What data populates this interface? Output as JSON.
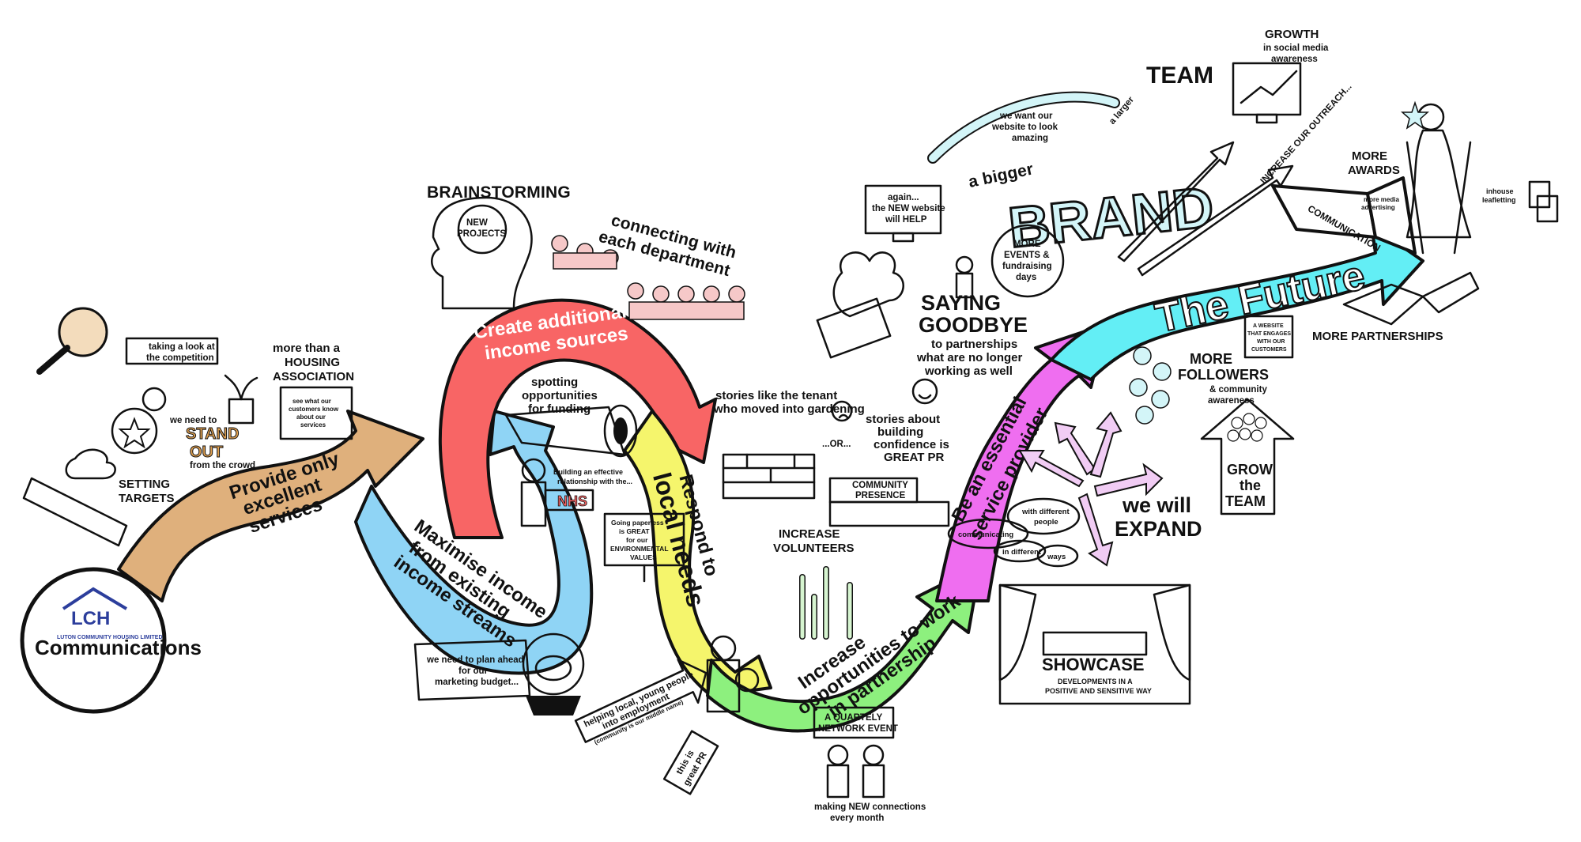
{
  "center": {
    "title": "Communications",
    "org": "LUTON COMMUNITY HOUSING LIMITED",
    "logo_letters": "LCH"
  },
  "path_labels": {
    "provide": [
      "Provide only",
      "excellent",
      "services"
    ],
    "maximise": [
      "Maximise income",
      "from existing",
      "income streams"
    ],
    "create": [
      "Create additional",
      "income sources"
    ],
    "respond": [
      "Respond to",
      "local needs"
    ],
    "increase": [
      "Increase",
      "opportunities to work",
      "in partnership"
    ],
    "essential": [
      "Be an essential",
      "service provider"
    ],
    "future": "The Future",
    "communication_tag": "COMMUNICATION"
  },
  "notes": {
    "setting_targets": [
      "SETTING",
      "TARGETS"
    ],
    "competition": [
      "taking a look at",
      "the competition"
    ],
    "stand_out": [
      "we need to",
      "STAND",
      "OUT",
      "from the crowd"
    ],
    "housing_assoc": [
      "more than a",
      "HOUSING",
      "ASSOCIATION"
    ],
    "customers_know": [
      "see what our",
      "customers know",
      "about our",
      "services"
    ],
    "brainstorming": "BRAINSTORMING",
    "new_projects": [
      "NEW",
      "PROJECTS"
    ],
    "connecting": [
      "connecting with",
      "each department"
    ],
    "spotting": [
      "spotting",
      "opportunities",
      "for funding"
    ],
    "nhs_relationship": [
      "Building an effective",
      "relationship with the..."
    ],
    "nhs": "NHS",
    "paperless": [
      "Going paperless",
      "is GREAT",
      "for our",
      "ENVIRONMENTAL",
      "VALUES"
    ],
    "plan_budget": [
      "we need to plan ahead",
      "for our",
      "marketing budget..."
    ],
    "young_people": [
      "helping local, young people",
      "into employment",
      "(community is our middle name)"
    ],
    "great_pr": [
      "this is",
      "great PR"
    ],
    "gardening": [
      "stories like the tenant",
      "who moved into gardening"
    ],
    "or": "...OR...",
    "building_confidence": [
      "stories about",
      "building",
      "confidence is",
      "GREAT PR"
    ],
    "community_presence": [
      "COMMUNITY",
      "PRESENCE"
    ],
    "increase_volunteers": [
      "INCREASE",
      "VOLUNTEERS"
    ],
    "network_event": [
      "A QUARTELY",
      "NETWORK EVENT"
    ],
    "new_connections": [
      "making NEW connections",
      "every month"
    ],
    "saying_goodbye": [
      "SAYING",
      "GOODBYE",
      "to partnerships",
      "what are no longer",
      "working as well"
    ],
    "new_website": [
      "again...",
      "the NEW website",
      "will HELP"
    ],
    "communicating": "communicating",
    "with_people": [
      "with different",
      "people"
    ],
    "in_different": "in different",
    "ways": "ways",
    "we_will_expand": [
      "we will",
      "EXPAND"
    ],
    "showcase": "SHOWCASE",
    "developments": [
      "DEVELOPMENTS IN A",
      "POSITIVE AND SENSITIVE WAY"
    ],
    "website_amazing": [
      "we want our",
      "website to look",
      "amazing"
    ],
    "a_bigger": "a bigger",
    "brand": "BRAND",
    "a_larger": "a larger",
    "team": "TEAM",
    "more_events": [
      "MORE",
      "EVENTS &",
      "fundraising",
      "days"
    ],
    "growth": [
      "GROWTH",
      "in social media",
      "awareness"
    ],
    "outreach": "INCREASE OUR OUTREACH...",
    "more_awards": [
      "MORE",
      "AWARDS"
    ],
    "media_advertising": [
      "more media",
      "advertising"
    ],
    "inhouse": [
      "inhouse",
      "leafletting"
    ],
    "website_engages": [
      "A WEBSITE",
      "THAT ENGAGES",
      "WITH OUR",
      "CUSTOMERS"
    ],
    "more_partnerships": "MORE PARTNERSHIPS",
    "more_followers": [
      "MORE",
      "FOLLOWERS",
      "& community",
      "awareness"
    ],
    "grow_team": [
      "GROW",
      "the",
      "TEAM"
    ]
  },
  "colors": {
    "tan": "#dfb07c",
    "blue": "#8fd4f5",
    "red": "#f86565",
    "yellow": "#f5f56c",
    "green": "#8df07e",
    "magenta": "#ef6ef0",
    "cyan": "#63eef5",
    "pink": "#f6c8c8",
    "lightblue": "#d3f5f8",
    "lavender": "#f1ccf4",
    "paleyellow": "#f7f7b4",
    "palegreen": "#d6f5d0"
  }
}
